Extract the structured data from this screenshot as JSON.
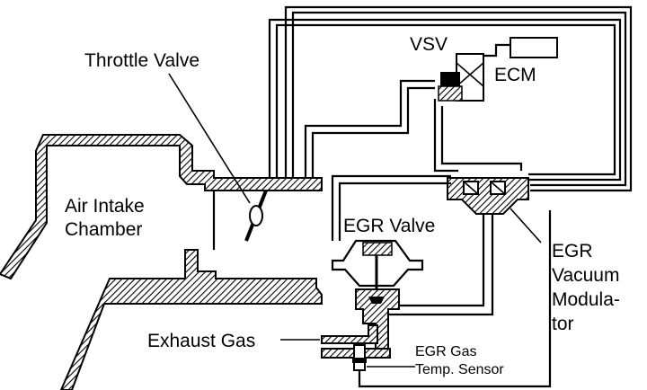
{
  "labels": {
    "throttle_valve": "Throttle Valve",
    "air_intake_line1": "Air Intake",
    "air_intake_line2": "Chamber",
    "vsv": "VSV",
    "ecm": "ECM",
    "egr_valve": "EGR Valve",
    "egr_modulator_line1": "EGR",
    "egr_modulator_line2": "Vacuum",
    "egr_modulator_line3": "Modula-",
    "egr_modulator_line4": "tor",
    "exhaust_gas": "Exhaust Gas",
    "egr_temp_line1": "EGR Gas",
    "egr_temp_line2": "Temp. Sensor"
  },
  "colors": {
    "ink": "#000000",
    "paper": "#ffffff"
  }
}
